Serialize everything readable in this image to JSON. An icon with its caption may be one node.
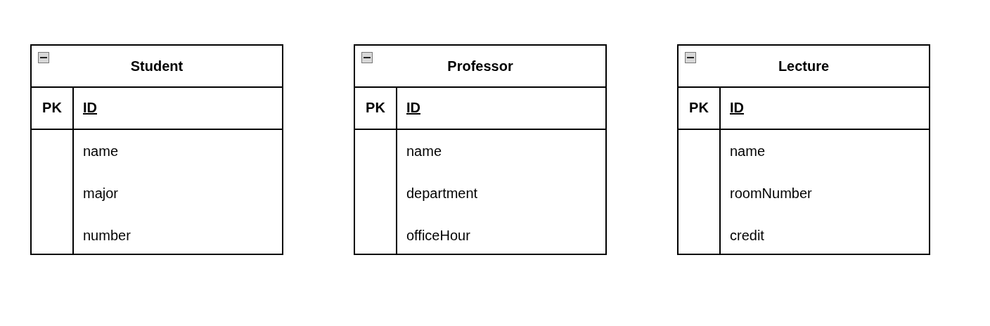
{
  "diagram": {
    "nodes": [
      {
        "text": [
          "Student",
          "PK",
          "ID",
          "name",
          "major",
          "number"
        ]
      },
      {
        "text": [
          "Professor",
          "PK",
          "ID",
          "name",
          "department",
          "officeHour"
        ]
      },
      {
        "text": [
          "Lecture",
          "PK",
          "ID",
          "name",
          "roomNumber",
          "credit"
        ]
      }
    ]
  }
}
